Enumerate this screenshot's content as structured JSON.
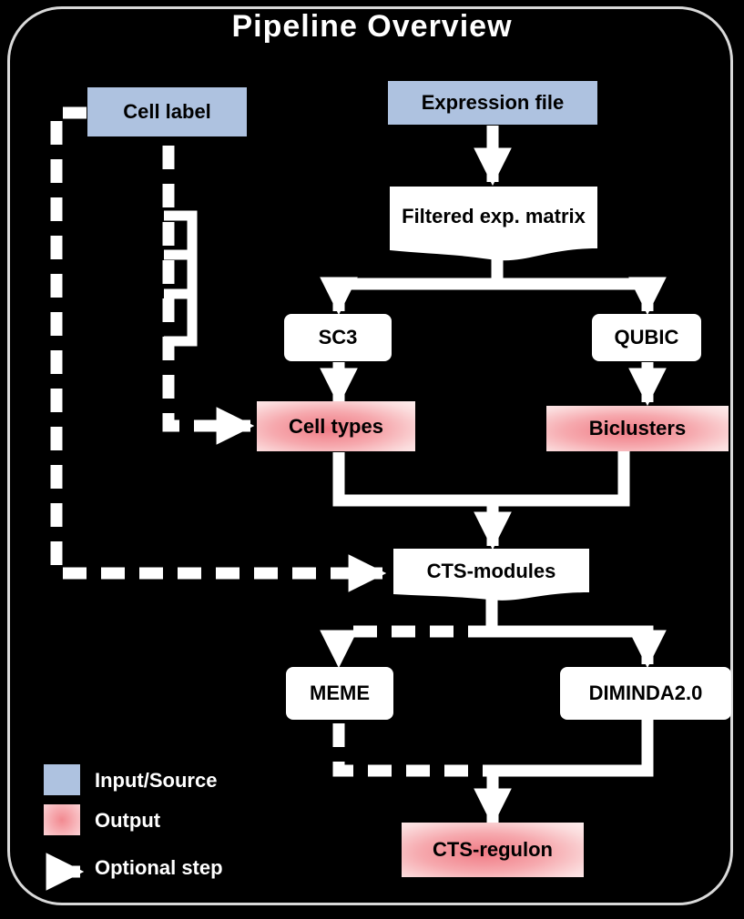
{
  "title": "Pipeline Overview",
  "nodes": {
    "cell_label": "Cell label",
    "expression_file": "Expression file",
    "filtered_matrix": "Filtered exp. matrix",
    "sc3": "SC3",
    "qubic": "QUBIC",
    "cell_types": "Cell types",
    "biclusters": "Biclusters",
    "cts_modules": "CTS-modules",
    "meme": "MEME",
    "diminda": "DIMINDA2.0",
    "cts_regulon": "CTS-regulon"
  },
  "legend": {
    "input_label": "Input/Source",
    "output_label": "Output",
    "optional_label": "Optional step"
  },
  "colors": {
    "background": "#000000",
    "input": "#aec2e0",
    "output": "#f4a0a6",
    "tool": "#ffffff",
    "connector": "#ffffff",
    "frame": "#d9d9d9"
  }
}
